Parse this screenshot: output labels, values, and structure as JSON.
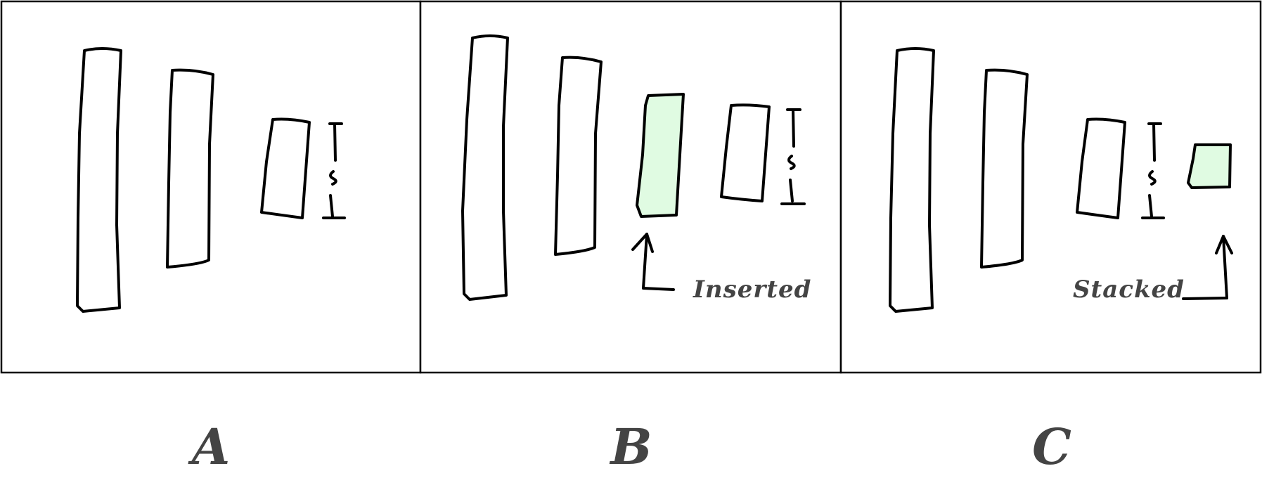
{
  "panels": [
    {
      "caption": "A",
      "annotation": ""
    },
    {
      "caption": "B",
      "annotation": "Inserted"
    },
    {
      "caption": "C",
      "annotation": "Stacked"
    }
  ],
  "colors": {
    "highlight": "#e0fbe2",
    "outline": "#000000",
    "text": "#444444"
  },
  "icons": [
    "tall-bar-shape",
    "ellipsis-glyph",
    "arrow-icon"
  ]
}
